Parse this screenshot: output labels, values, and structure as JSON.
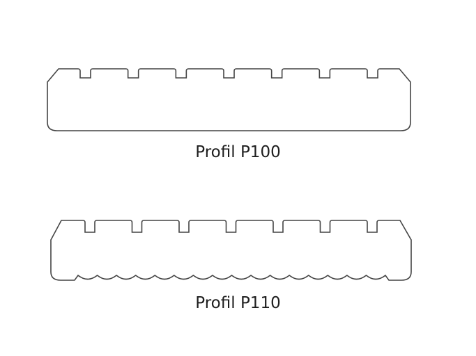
{
  "profiles": [
    {
      "name": "Profil P100",
      "grooves": 7,
      "bottom": "flat"
    },
    {
      "name": "Profil P110",
      "grooves": 7,
      "bottom": "scalloped"
    }
  ],
  "colors": {
    "stroke": "#444444",
    "text": "#1e1e1e"
  }
}
